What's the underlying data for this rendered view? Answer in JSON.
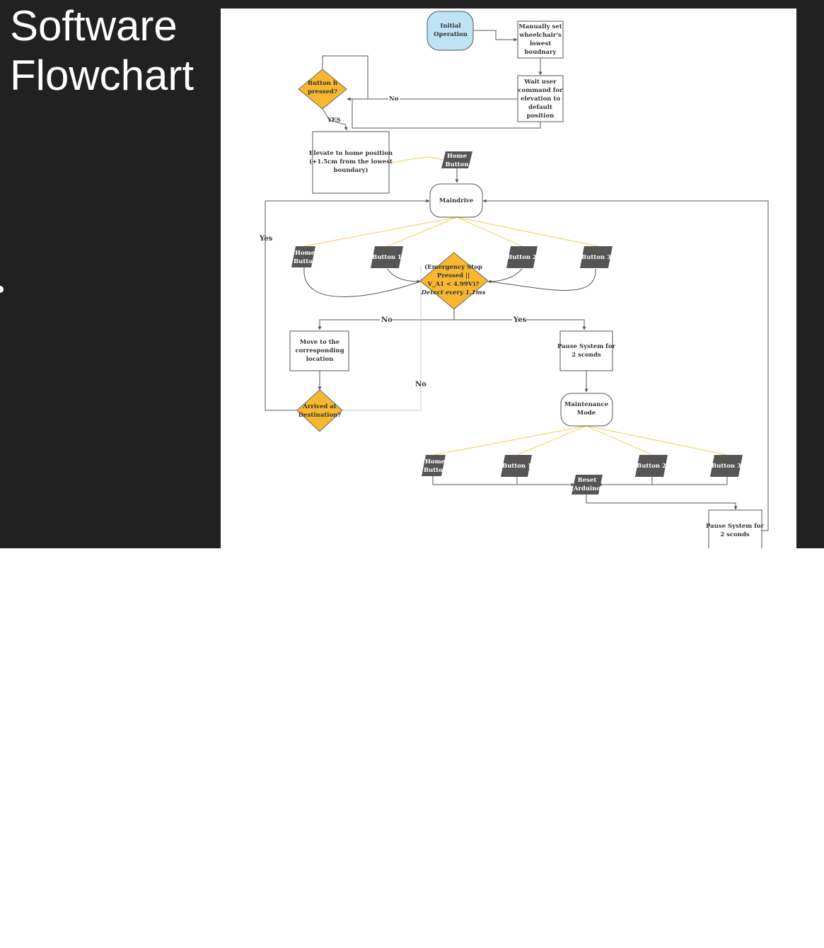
{
  "slide": {
    "title_line1": "Software",
    "title_line2": "Flowchart"
  },
  "flowchart": {
    "initial_operation": [
      "Initial",
      "Operation"
    ],
    "manually_set": [
      "Manually set",
      "wheelchair's",
      "lowest",
      "boudnary"
    ],
    "wait_user": [
      "Wait user",
      "command for",
      "elevation to",
      "default",
      "position"
    ],
    "button_h_pressed": [
      "Button h",
      "pressed?"
    ],
    "elevate_home": [
      "Elevate to home position",
      "(+1.5cm from the lowest",
      "boundary)"
    ],
    "home_button_top": [
      "Home",
      "Button"
    ],
    "maindrive": "Maindrive",
    "drive_home_button": [
      "Home",
      "Button"
    ],
    "drive_button_1": "Button 1",
    "drive_button_2": "Button 2",
    "drive_button_3": "Button 3",
    "emergency": [
      "(Emergency Stop",
      "Pressed ||",
      "V_A1 < 4.99V)?",
      "Detect every 1.1ms"
    ],
    "move_location": [
      "Move to the",
      "corresponding",
      "location"
    ],
    "arrived": [
      "Arrived at",
      "Destination?"
    ],
    "pause_1": [
      "Pause System for",
      "2 sconds"
    ],
    "maintenance": [
      "Maintenance",
      "Mode"
    ],
    "maint_home_button": [
      "Home",
      "Button"
    ],
    "maint_button_1": "Button 1",
    "maint_button_2": "Button 2",
    "maint_button_3": "Button 3",
    "reset": [
      "Reset",
      "(Arduino)"
    ],
    "pause_2": [
      "Pause System for",
      "2 sconds"
    ],
    "edge_labels": {
      "no_h": "No",
      "yes_h": "YES",
      "yes_loop": "Yes",
      "no_emerg": "No",
      "yes_emerg": "Yes",
      "no_arrived": "No"
    }
  },
  "colors": {
    "slide_background": "#212121",
    "panel_background": "#ffffff",
    "decision_fill": "#f7b731",
    "start_fill": "#bde3f5",
    "button_fill": "#555555",
    "connector_yellow": "#f2d27a",
    "line": "#555555"
  }
}
